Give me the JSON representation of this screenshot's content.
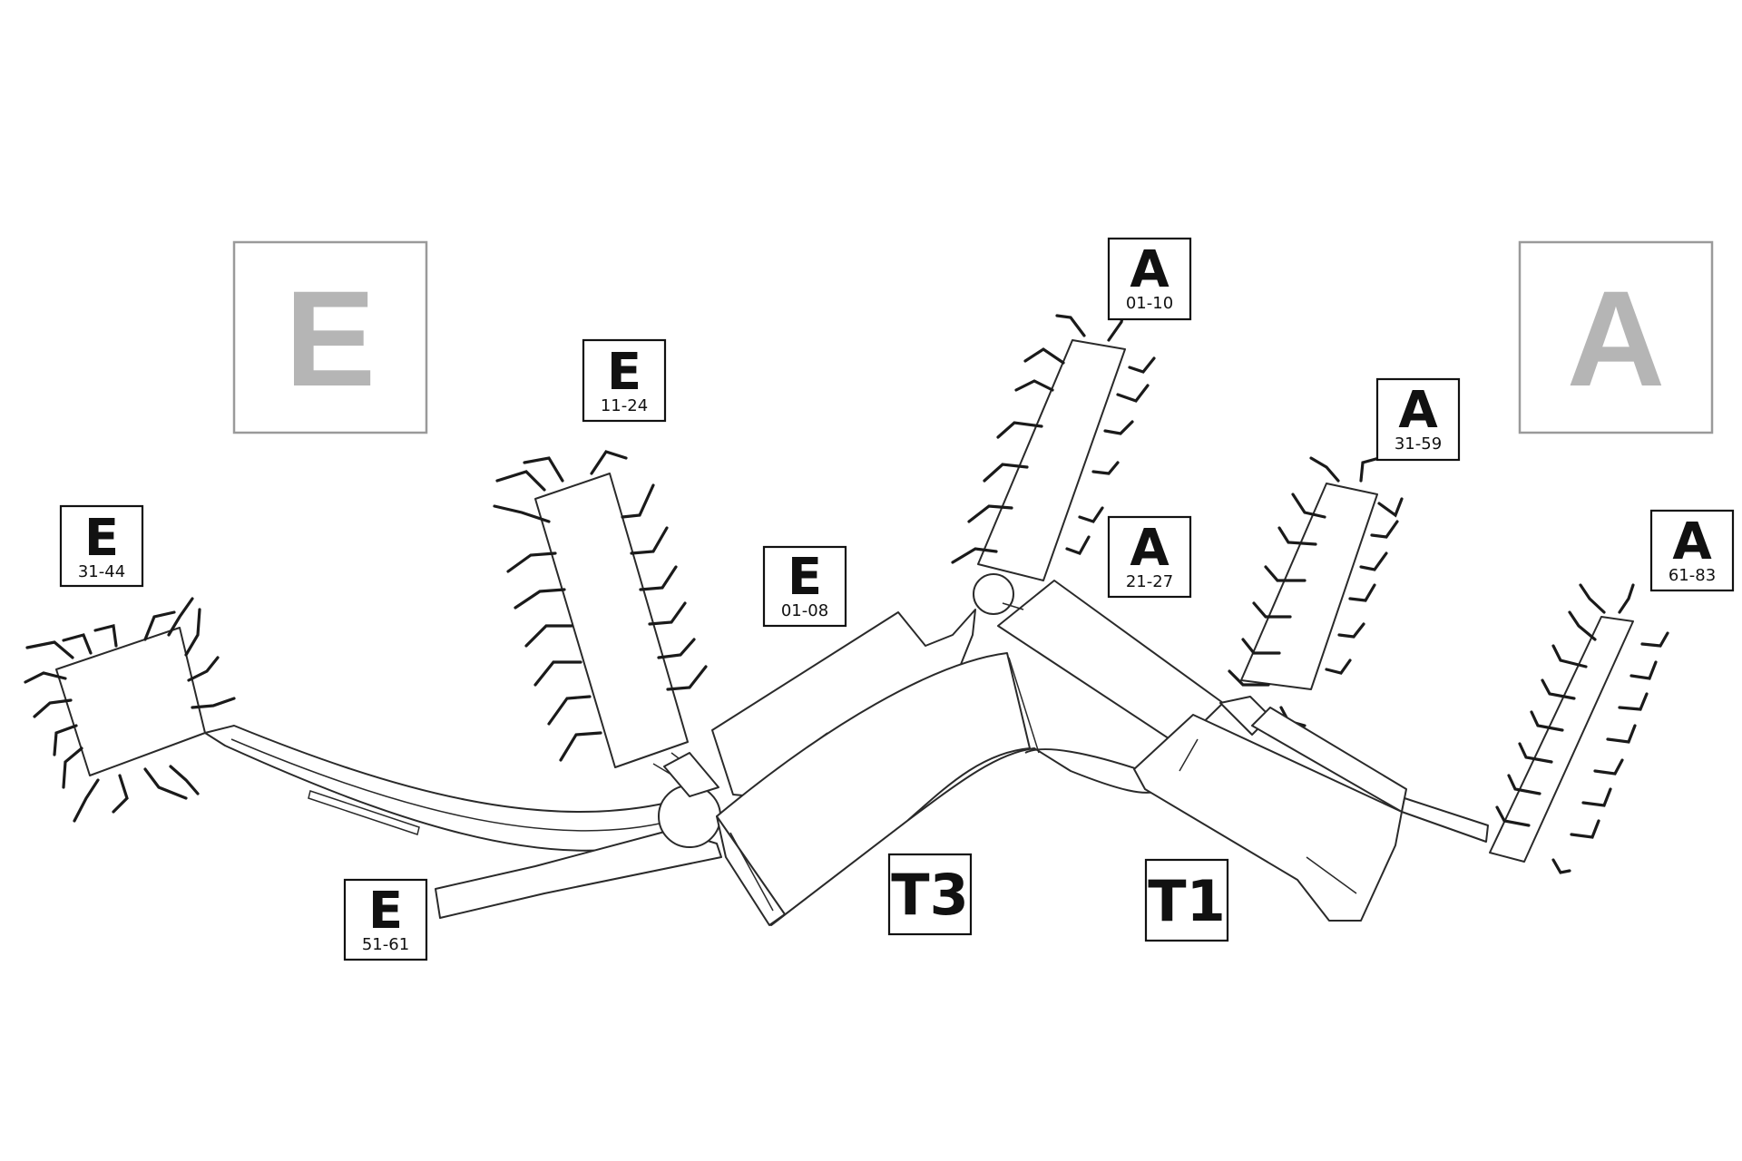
{
  "map": {
    "sections": [
      {
        "id": "section-e",
        "letter": "E"
      },
      {
        "id": "section-a",
        "letter": "A"
      }
    ],
    "pier_labels": [
      {
        "id": "e-31-44",
        "letter": "E",
        "range": "31-44"
      },
      {
        "id": "e-11-24",
        "letter": "E",
        "range": "11-24"
      },
      {
        "id": "e-01-08",
        "letter": "E",
        "range": "01-08"
      },
      {
        "id": "e-51-61",
        "letter": "E",
        "range": "51-61"
      },
      {
        "id": "a-01-10",
        "letter": "A",
        "range": "01-10"
      },
      {
        "id": "a-21-27",
        "letter": "A",
        "range": "21-27"
      },
      {
        "id": "a-31-59",
        "letter": "A",
        "range": "31-59"
      },
      {
        "id": "a-61-83",
        "letter": "A",
        "range": "61-83"
      }
    ],
    "terminals": [
      {
        "id": "t3",
        "label": "T3"
      },
      {
        "id": "t1",
        "label": "T1"
      }
    ]
  }
}
